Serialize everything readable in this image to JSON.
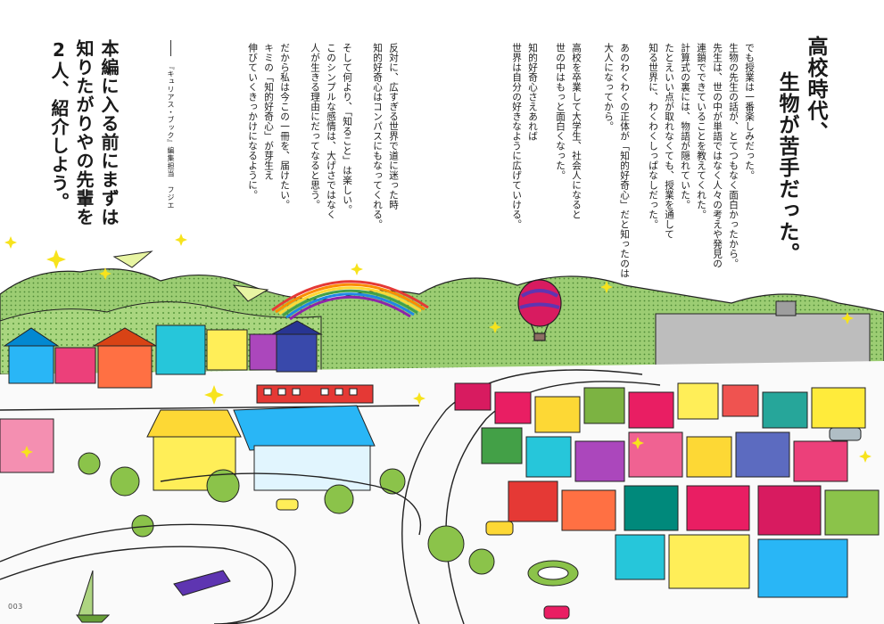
{
  "title_lines": [
    "高校時代、",
    "生物が苦手だった。"
  ],
  "right_paragraphs": [
    "でも授業は一番楽しみだった。",
    "生物の",
    "先生の話が、とてつもなく面白かったから。",
    "先生は、世の中が単語ではなく人々の考えや発見の",
    "連鎖でできていることを教えてくれた。",
    "計算式の裏には、物語が隠れていた。",
    "たとえいい点が取れなくても、授業を通して",
    "知る世界に、わくわくしっぱなしだった。",
    "あのわくわくの正体が「知的好奇心」だと知ったのは",
    "大人になってから。",
    "高校を卒業して大学生、社会人になると",
    "世の中はもっと面白くなった。",
    "知的好奇心さえあれば",
    "世界は自分の好きなように広げていける。"
  ],
  "left_paragraphs": [
    "反対に、広すぎる世界で道に迷った時",
    "知的好奇心はコンパスにもなってくれる。",
    "そして何より、「知ること」は楽しい。",
    "このシンプルな感情は、大げさではなく",
    "人が生きる理由にだってなると思う。",
    "だから私は今この一冊を、届けたい。",
    "キミの「知的好奇心」が芽生え",
    "伸びていくきっかけになるように。"
  ],
  "credit": "『キュリアス・ブック』編集担当 フジエ",
  "lead_lines": [
    "本編に入る前にまずは",
    "知りたがりやの先輩を",
    "2人、紹介しよう。"
  ],
  "page_number": "003",
  "colors": {
    "hill": "#8fc46a",
    "hill_dark": "#6aa84f",
    "road": "#f2f2f2",
    "outline": "#222222",
    "sky": "#ffffff",
    "sparkle": "#f7e31c"
  },
  "illustration_icons": [
    "rainbow-icon",
    "hot-air-balloon-icon",
    "paper-plane-icon",
    "train-icon",
    "sailboat-icon",
    "sparkle-icon"
  ]
}
